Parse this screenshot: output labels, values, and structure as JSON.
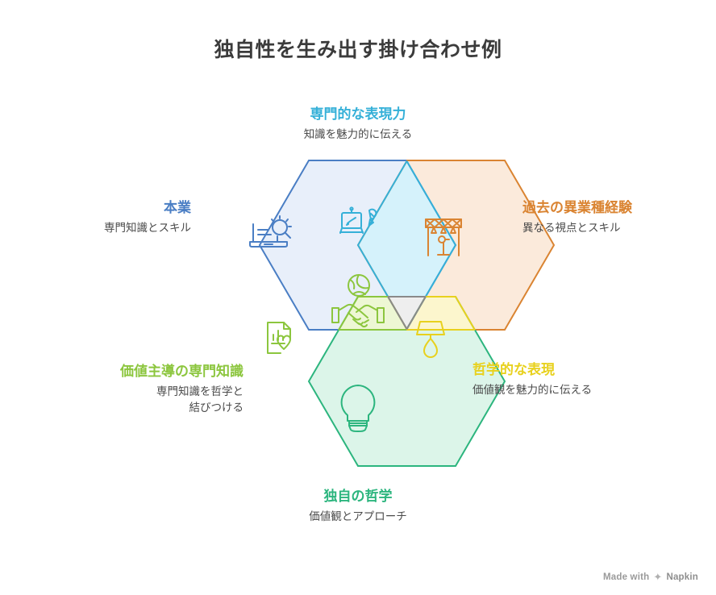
{
  "page": {
    "title": "独自性を生み出す掛け合わせ例",
    "background_color": "#ffffff",
    "title_color": "#3b3b3b"
  },
  "footer": {
    "made_with": "Made with",
    "brand": "Napkin",
    "mark_icon": "napkin-leaf-icon"
  },
  "diagram": {
    "type": "venn-hexagon",
    "set_count": 3,
    "sets": [
      {
        "id": "honkyo",
        "position": "left",
        "title": "本業",
        "subtitle": "専門知識とスキル",
        "color": "#4a7ec4",
        "fill": "#e8effa",
        "icon": "laptop-search-icon",
        "icon_color": "#4a7ec4"
      },
      {
        "id": "kako-igyoushu",
        "position": "right",
        "title": "過去の異業種経験",
        "subtitle": "異なる視点とスキル",
        "color": "#da8432",
        "fill": "#fbeadb",
        "icon": "stage-curtain-microphone-icon",
        "icon_color": "#da8432"
      },
      {
        "id": "dokuji-no-tetsugaku",
        "position": "bottom",
        "title": "独自の哲学",
        "subtitle": "価値観とアプローチ",
        "color": "#2cb57e",
        "fill": "#dcf5e9",
        "icon": "lightbulb-icon",
        "icon_color": "#2cb57e"
      }
    ],
    "intersections": [
      {
        "id": "senmon-hyougen",
        "position": "top",
        "of": [
          "honkyo",
          "kako-igyoushu"
        ],
        "title": "専門的な表現力",
        "subtitle": "知識を魅力的に伝える",
        "color": "#35b0d8",
        "fill": "#d5f2fb",
        "icon": "easel-pen-icon",
        "icon_color": "#35b0d8"
      },
      {
        "id": "kachi-shudou",
        "position": "bottom-left",
        "of": [
          "honkyo",
          "dokuji-no-tetsugaku"
        ],
        "title": "価値主導の専門知識",
        "subtitle": "専門知識を哲学と\n結びつける",
        "subtitle_line1": "専門知識を哲学と",
        "subtitle_line2": "結びつける",
        "color": "#8cc63e",
        "fill": "#edf7d4",
        "icon": "document-chart-heart-icon",
        "icon_color": "#8cc63e"
      },
      {
        "id": "tetsugakuteki-hyougen",
        "position": "bottom-right",
        "of": [
          "kako-igyoushu",
          "dokuji-no-tetsugaku"
        ],
        "title": "哲学的な表現",
        "subtitle": "価値観を魅力的に伝える",
        "color": "#e8d11e",
        "fill": "#fcf6cd",
        "icon": "lamp-icon",
        "icon_color": "#e8d11e"
      }
    ],
    "center": {
      "id": "center-overlap",
      "of": [
        "honkyo",
        "kako-igyoushu",
        "dokuji-no-tetsugaku"
      ],
      "color": "#8a8a8a",
      "fill": "#eeeeee",
      "icon": "handshake-globe-icon",
      "icon_color": "#8cc63e"
    }
  }
}
